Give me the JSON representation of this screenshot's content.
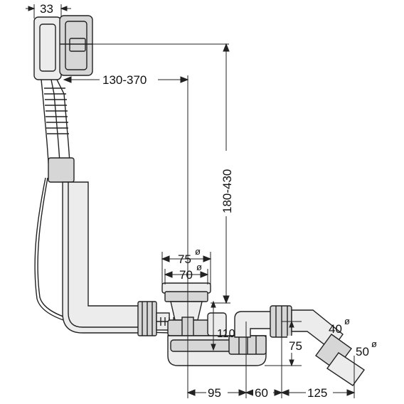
{
  "dimensions": {
    "overflow_width": "33",
    "horizontal_offset": "130-370",
    "vertical_height": "180-430",
    "outer_diameter": "75",
    "inner_diameter": "70",
    "drain_height": "110",
    "trap_height": "75",
    "outlet_diameter": "40",
    "pipe_diameter": "50",
    "bottom_left": "95",
    "bottom_mid": "60",
    "bottom_right": "125"
  },
  "symbols": {
    "diameter": "ø"
  }
}
